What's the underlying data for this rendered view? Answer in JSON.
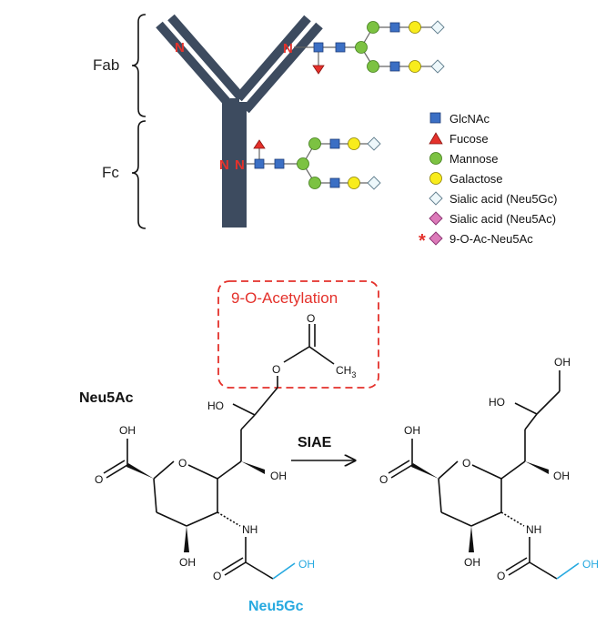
{
  "antibody": {
    "region_fab": "Fab",
    "region_fc": "Fc",
    "glycosite_letter": "N",
    "colors": {
      "chain": "#3d4b5f",
      "glycosite": "#e4312b"
    }
  },
  "legend": {
    "items": [
      {
        "label": "GlcNAc",
        "icon": "blue-square-icon",
        "color": "#3b6fc4"
      },
      {
        "label": "Fucose",
        "icon": "red-triangle-icon",
        "color": "#e4312b"
      },
      {
        "label": "Mannose",
        "icon": "green-circle-icon",
        "color": "#7cc242"
      },
      {
        "label": "Galactose",
        "icon": "yellow-circle-icon",
        "color": "#f8ec1c"
      },
      {
        "label": "Sialic acid (Neu5Gc)",
        "icon": "white-diamond-icon",
        "color": "#eef8fb"
      },
      {
        "label": "Sialic acid (Neu5Ac)",
        "icon": "pink-diamond-icon",
        "color": "#dc7ab9"
      },
      {
        "label": "9-O-Ac-Neu5Ac",
        "icon": "pink-diamond-with-asterisk-icon",
        "color": "#dc7ab9",
        "marker": "*"
      }
    ]
  },
  "chemistry": {
    "acetylation_label": "9-O-Acetylation",
    "neu5ac_label": "Neu5Ac",
    "neu5gc_label": "Neu5Gc",
    "enzyme_label": "SIAE",
    "atoms": {
      "o": "O",
      "oh": "OH",
      "ho": "HO",
      "nh": "NH",
      "ch3": "CH",
      "sub3": "3"
    },
    "colors": {
      "acetyl_box": "#e4312b",
      "neu5gc": "#26a9e0"
    }
  }
}
